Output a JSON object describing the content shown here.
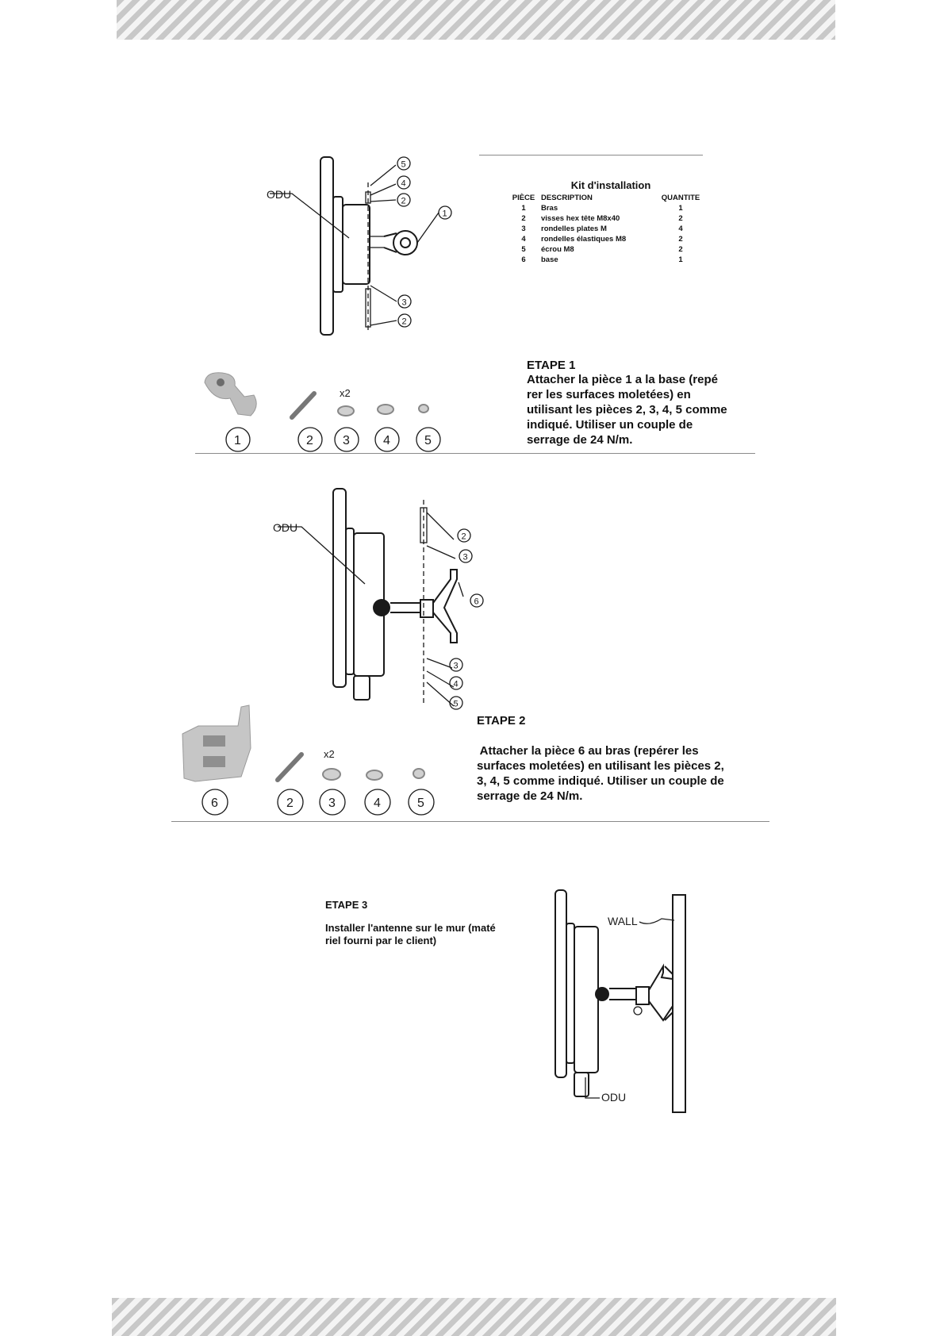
{
  "kit": {
    "title": "Kit d'installation",
    "headers": {
      "piece": "PIÈCE",
      "description": "DESCRIPTION",
      "quantity": "QUANTITE"
    },
    "rows": [
      {
        "piece": "1",
        "description": "Bras",
        "quantity": "1"
      },
      {
        "piece": "2",
        "description": "visses hex tête M8x40",
        "quantity": "2"
      },
      {
        "piece": "3",
        "description": "rondelles plates M",
        "quantity": "4"
      },
      {
        "piece": "4",
        "description": "rondelles élastiques M8",
        "quantity": "2"
      },
      {
        "piece": "5",
        "description": "écrou M8",
        "quantity": "2"
      },
      {
        "piece": "6",
        "description": "base",
        "quantity": "1"
      }
    ]
  },
  "labels": {
    "odu": "ODU",
    "wall": "WALL",
    "x2": "x2"
  },
  "steps": {
    "step1": {
      "title": "ETAPE 1",
      "lines": [
        "Attacher la pièce 1 a la base  (repé",
        "rer les surfaces moletées) en",
        "utilisant les pièces 2, 3, 4, 5 comme",
        "indiqué. Utiliser un couple de",
        "serrage de 24 N/m."
      ]
    },
    "step2": {
      "title": "ETAPE 2",
      "lines": [
        " Attacher la pièce 6 au bras (repérer les",
        "surfaces moletées) en utilisant les pièces 2,",
        "3, 4, 5 comme indiqué. Utiliser un couple de",
        "serrage de 24 N/m."
      ]
    },
    "step3": {
      "title": "ETAPE 3",
      "lines": [
        "Installer l'antenne sur le mur (maté",
        "riel fourni par le client)"
      ]
    }
  },
  "callouts": {
    "diagram1": [
      "5",
      "4",
      "2",
      "1",
      "3",
      "2"
    ],
    "parts1": [
      "1",
      "2",
      "3",
      "4",
      "5"
    ],
    "diagram2": [
      "2",
      "3",
      "6",
      "3",
      "4",
      "5"
    ],
    "parts2": [
      "6",
      "2",
      "3",
      "4",
      "5"
    ]
  }
}
